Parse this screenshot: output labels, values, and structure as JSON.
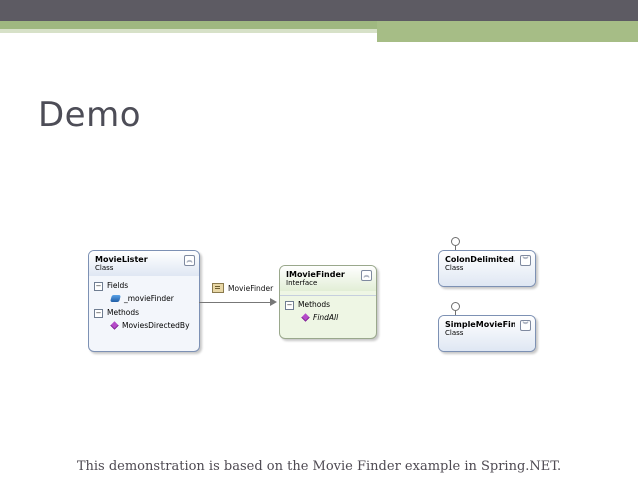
{
  "slide": {
    "title": "Demo",
    "caption": "This demonstration is based on the Movie Finder example in Spring.NET."
  },
  "diagram": {
    "movie_lister": {
      "name": "MovieLister",
      "kind": "Class",
      "fields_label": "Fields",
      "field": "_movieFinder",
      "methods_label": "Methods",
      "method": "MoviesDirectedBy"
    },
    "imovie_finder": {
      "name": "IMovieFinder",
      "kind": "Interface",
      "methods_label": "Methods",
      "method": "FindAll"
    },
    "association_label": "MovieFinder",
    "colon_delimited": {
      "name": "ColonDelimited...",
      "kind": "Class"
    },
    "simple_movie_finder": {
      "name": "SimpleMovieFin...",
      "kind": "Class"
    }
  },
  "icons": {
    "collapse": "double-chevron-up-icon",
    "expand": "double-chevron-down-icon",
    "section_toggle": "minus-icon",
    "field": "field-icon",
    "method": "method-icon",
    "property": "property-icon"
  },
  "colors": {
    "top_bar": "#5d5b63",
    "accent_green": "#a6bd86",
    "title_text": "#4d4d57"
  }
}
